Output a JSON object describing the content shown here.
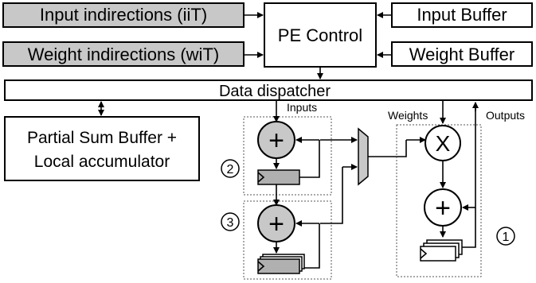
{
  "blocks": {
    "input_indirections": "Input indirections (iiT)",
    "weight_indirections": "Weight indirections (wiT)",
    "pe_control": "PE Control",
    "input_buffer": "Input Buffer",
    "weight_buffer": "Weight Buffer",
    "data_dispatcher": "Data dispatcher",
    "partial_sum_line1": "Partial Sum Buffer +",
    "partial_sum_line2": "Local accumulator"
  },
  "labels": {
    "inputs": "Inputs",
    "weights": "Weights",
    "outputs": "Outputs"
  },
  "operators": {
    "plus": "+",
    "multiply": "X"
  },
  "markers": {
    "one": "1",
    "two": "2",
    "three": "3"
  },
  "colors": {
    "gray_fill": "#c8c8c8",
    "register_gray": "#b0b0b0",
    "line": "#000000"
  }
}
